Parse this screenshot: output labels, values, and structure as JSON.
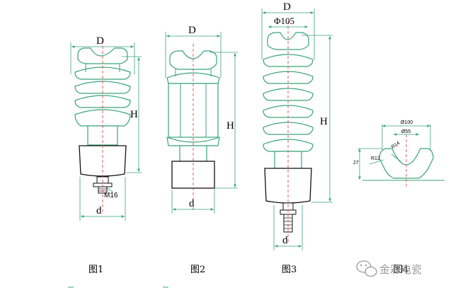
{
  "colors": {
    "insulator_line": "#3aa37a",
    "centerline": "#e04848",
    "metal_line": "#111111",
    "watermark": "#9a9a9a"
  },
  "figures": [
    {
      "caption": "图1",
      "top_dim": "D",
      "height_dim": "H",
      "bottom_dim": "d",
      "bolt_label": "M16"
    },
    {
      "caption": "图2",
      "top_dim": "D",
      "height_dim": "H",
      "bottom_dim": "d"
    },
    {
      "caption": "图3",
      "top_dim": "D",
      "inner_dim": "Φ105",
      "height_dim": "H",
      "bottom_dim": "d"
    },
    {
      "caption": "图4",
      "dim_outer": "Ø100",
      "dim_inner": "Ø55",
      "dim_r1": "R14",
      "dim_r2": "R12",
      "dim_height": "27"
    }
  ],
  "watermark": {
    "icon": "wechat-icon",
    "text": "金彩电瓷"
  }
}
